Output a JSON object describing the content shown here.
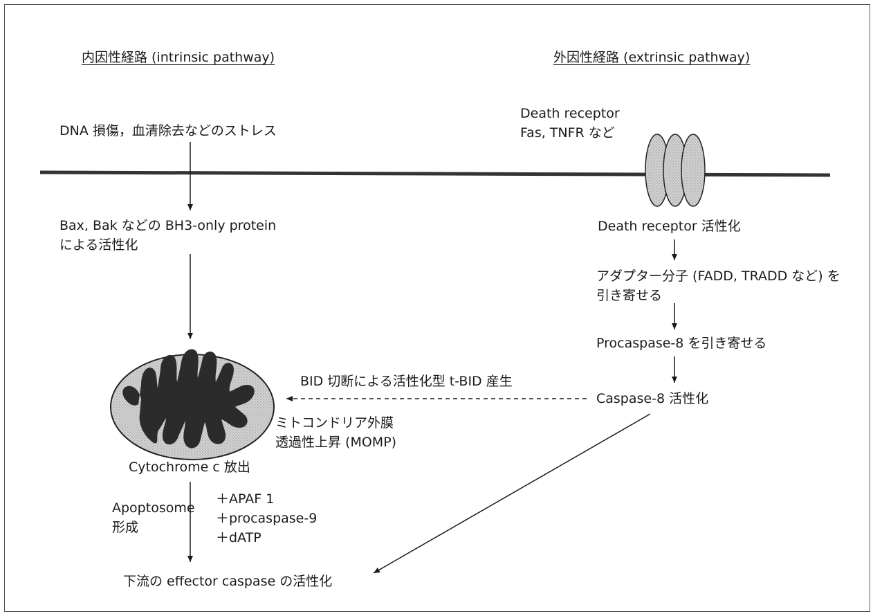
{
  "intrinsic": {
    "header": "内因性経路 (intrinsic pathway)",
    "stress": "DNA 損傷，血清除去などのストレス",
    "bh3_line1": "Bax, Bak などの BH3-only protein",
    "bh3_line2": "による活性化",
    "momp_line1": "ミトコンドリア外膜",
    "momp_line2": "透過性上昇 (MOMP)",
    "cytochrome": "Cytochrome c 放出",
    "apoptosome_line1": "Apoptosome",
    "apoptosome_line2": "形成",
    "cofactor_1": "＋APAF 1",
    "cofactor_2": "＋procaspase-9",
    "cofactor_3": "＋dATP",
    "effector": "下流の effector caspase の活性化"
  },
  "extrinsic": {
    "header": "外因性経路 (extrinsic pathway)",
    "receptor_line1": "Death receptor",
    "receptor_line2": "Fas, TNFR など",
    "receptor_activation": "Death receptor 活性化",
    "adaptor_line1": "アダプター分子 (FADD, TRADD など) を",
    "adaptor_line2": "引き寄せる",
    "procaspase8": "Procaspase-8 を引き寄せる",
    "caspase8": "Caspase-8 活性化"
  },
  "crosstalk": {
    "bid_label": "BID 切断による活性化型 t-BID 産生"
  },
  "colors": {
    "line": "#1a1a1a",
    "membrane": "#333333",
    "mito_outer": "#c8c8c8",
    "mito_inner": "#2b2b2b",
    "receptor_fill": "#d9d9d9"
  }
}
